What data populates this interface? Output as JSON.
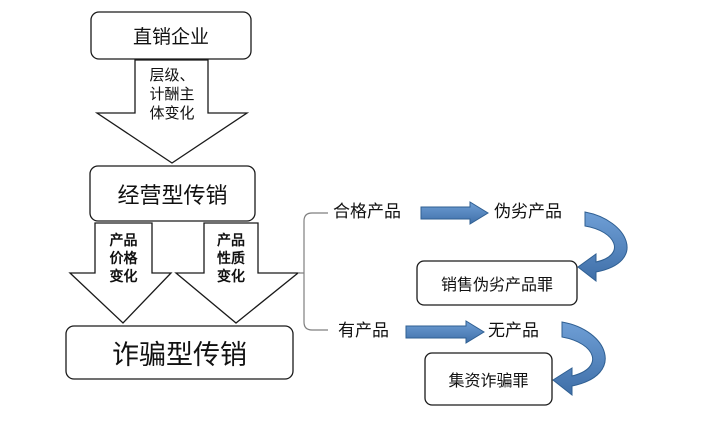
{
  "boxes": {
    "direct_sales": "直销企业",
    "business_mlm": "经营型传销",
    "fraud_mlm": "诈骗型传销",
    "crime_fake": "销售伪劣产品罪",
    "crime_fundraise": "集资诈骗罪"
  },
  "arrows": {
    "top_change": [
      "层级、",
      "计酬主",
      "体变化"
    ],
    "price_change": [
      "产品",
      "价格",
      "变化"
    ],
    "nature_change": [
      "产品",
      "性质",
      "变化"
    ]
  },
  "flow": {
    "qualified": "合格产品",
    "fake": "伪劣产品",
    "has_product": "有产品",
    "no_product": "无产品"
  },
  "colors": {
    "stroke": "#1a1a1a",
    "blue_arrow": "#4f81bd",
    "blue_arrow_dark": "#2f5f92",
    "bracket": "#7f7f7f"
  }
}
